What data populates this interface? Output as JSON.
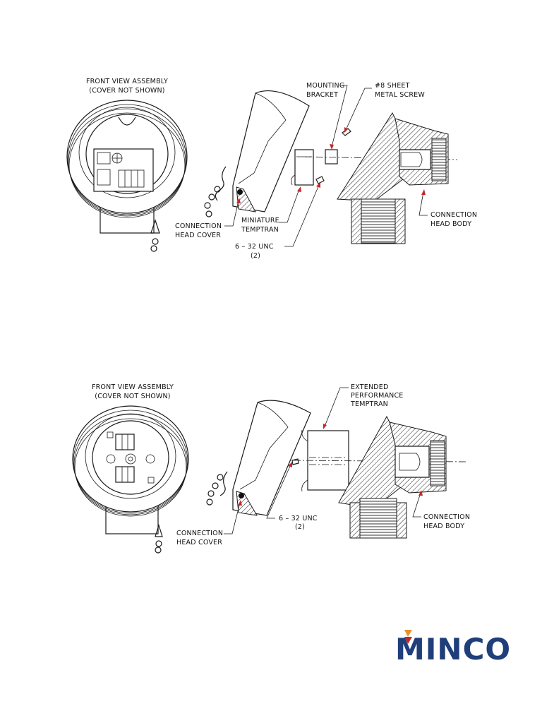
{
  "diagram_top": {
    "front_view_title_line1": "FRONT VIEW ASSEMBLY",
    "front_view_title_line2": "(COVER NOT SHOWN)",
    "mounting_bracket_line1": "MOUNTING",
    "mounting_bracket_line2": "BRACKET",
    "sheet_metal_screw_line1": "#8 SHEET",
    "sheet_metal_screw_line2": "METAL SCREW",
    "connection_head_cover_line1": "CONNECTION",
    "connection_head_cover_line2": "HEAD COVER",
    "miniature_temptran_line1": "MINIATURE",
    "miniature_temptran_line2": "TEMPTRAN",
    "screw_spec_line1": "6 – 32 UNC",
    "screw_spec_line2": "(2)",
    "connection_head_body_line1": "CONNECTION",
    "connection_head_body_line2": "HEAD BODY"
  },
  "diagram_bottom": {
    "front_view_title_line1": "FRONT VIEW ASSEMBLY",
    "front_view_title_line2": "(COVER NOT SHOWN)",
    "extended_temptran_line1": "EXTENDED",
    "extended_temptran_line2": "PERFORMANCE",
    "extended_temptran_line3": "TEMPTRAN",
    "screw_spec_line1": "6 – 32 UNC",
    "screw_spec_line2": "(2)",
    "connection_head_cover_line1": "CONNECTION",
    "connection_head_cover_line2": "HEAD COVER",
    "connection_head_body_line1": "CONNECTION",
    "connection_head_body_line2": "HEAD BODY"
  },
  "logo": {
    "text": "MINCO",
    "text_color": "#1f3e7a",
    "mark_colors": [
      "#e8912a",
      "#c0282b"
    ]
  }
}
